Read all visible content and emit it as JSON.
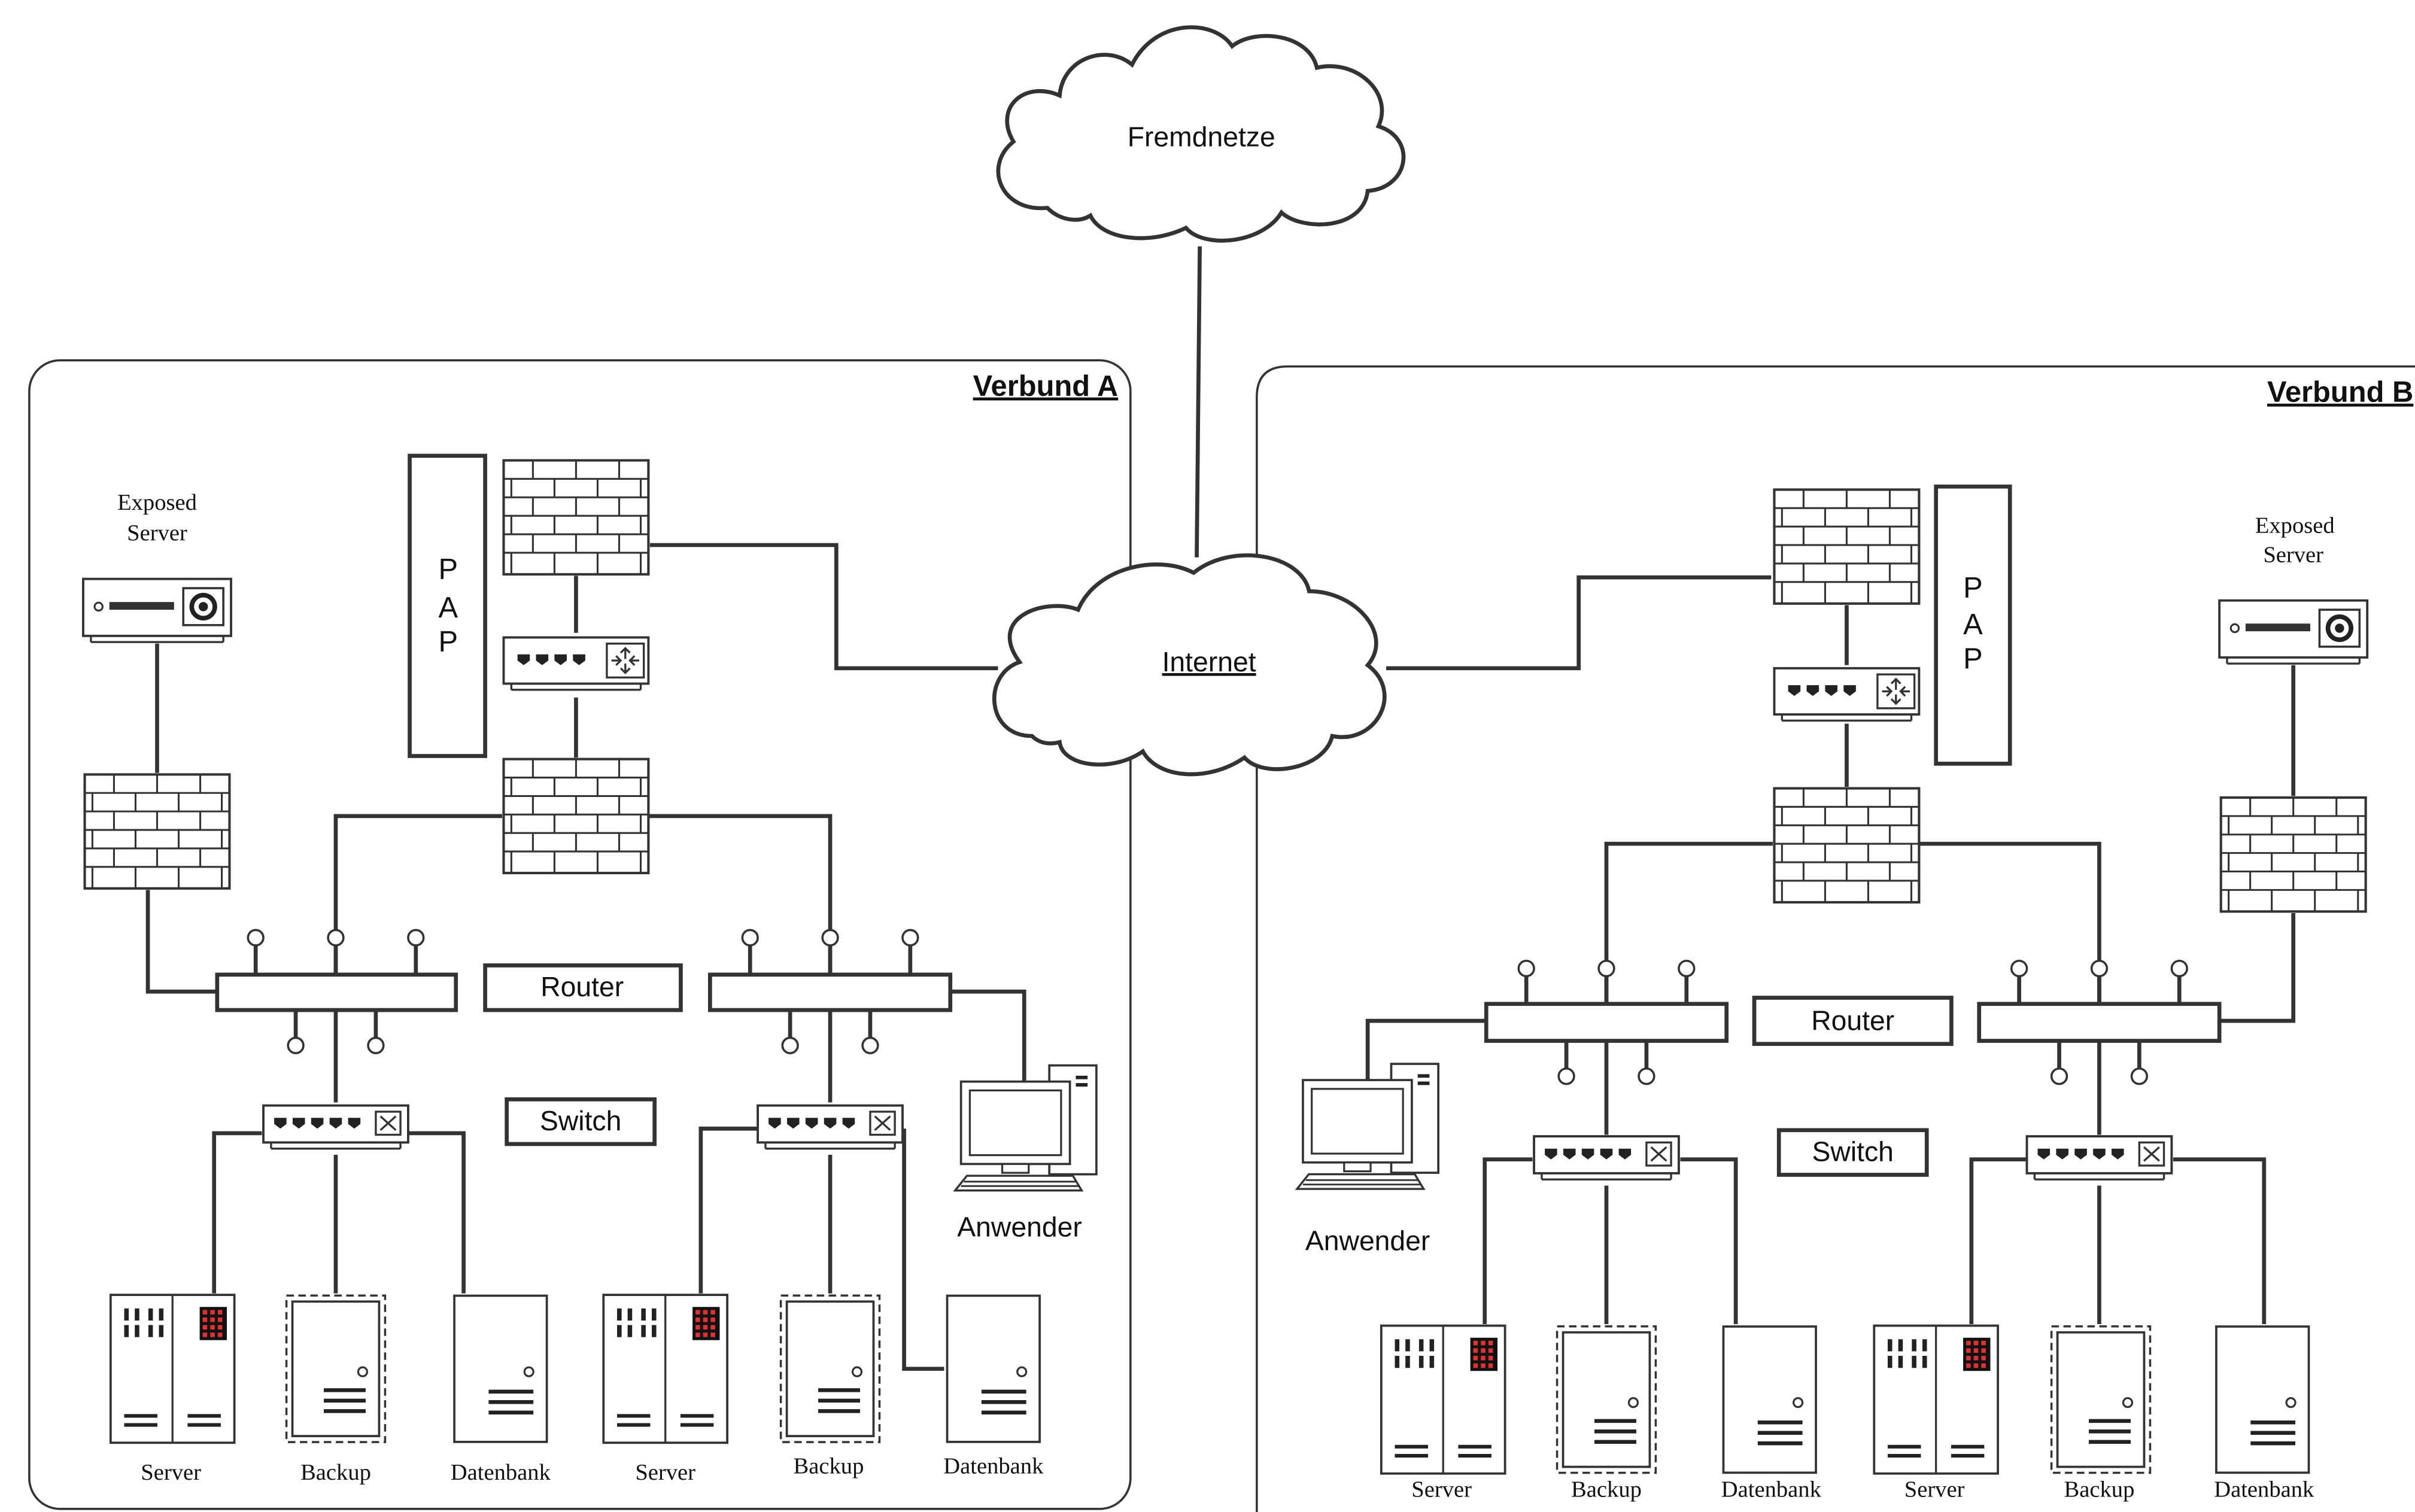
{
  "clouds": {
    "top": "Fremdnetze",
    "center": "Internet"
  },
  "zones": {
    "a": "Verbund A",
    "b": "Verbund B"
  },
  "labels": {
    "pap": [
      "P",
      "A",
      "P"
    ],
    "exposed_server": [
      "Exposed",
      "Server"
    ],
    "router": "Router",
    "switch": "Switch",
    "user": "Anwender",
    "server": "Server",
    "backup": "Backup",
    "database": "Datenbank"
  }
}
